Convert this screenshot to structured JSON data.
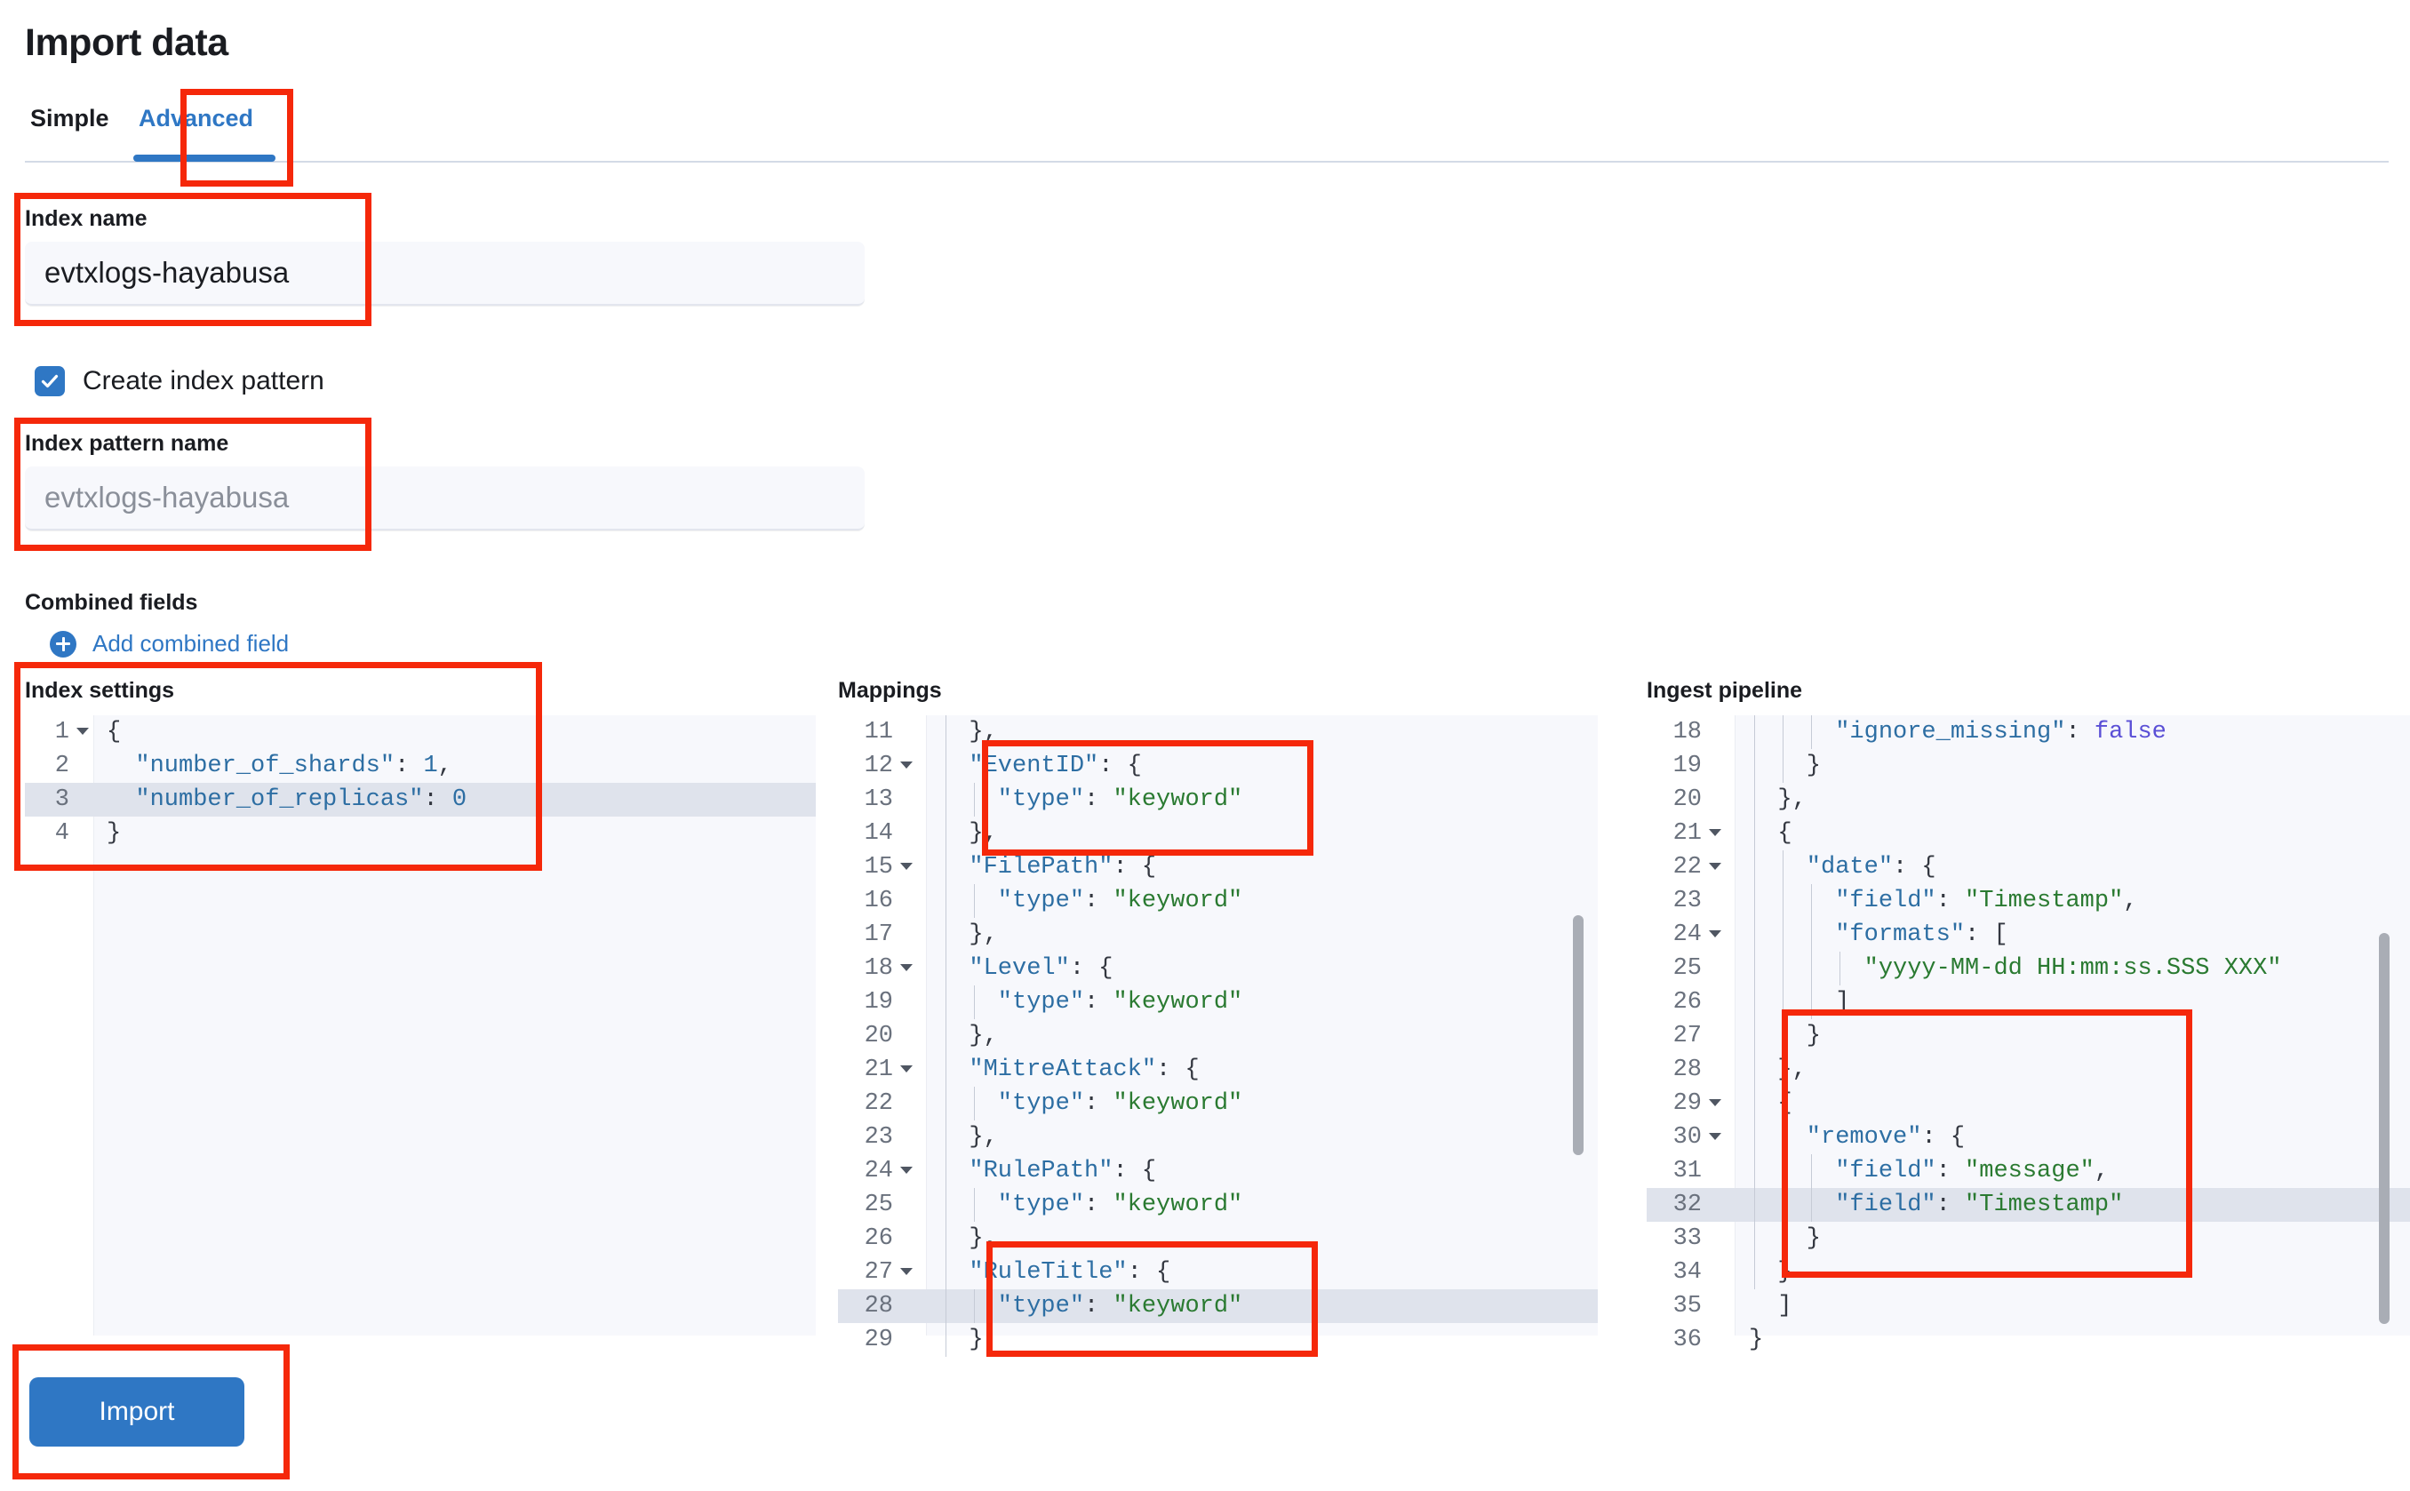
{
  "page": {
    "title": "Import data"
  },
  "tabs": [
    {
      "label": "Simple",
      "active": false
    },
    {
      "label": "Advanced",
      "active": true
    }
  ],
  "form": {
    "index_name": {
      "label": "Index name",
      "value": "evtxlogs-hayabusa"
    },
    "create_index_pattern": {
      "label": "Create index pattern",
      "checked": true
    },
    "index_pattern_name": {
      "label": "Index pattern name",
      "value": "",
      "placeholder": "evtxlogs-hayabusa"
    },
    "combined_fields": {
      "label": "Combined fields",
      "add_label": "Add combined field"
    }
  },
  "editors": {
    "index_settings": {
      "title": "Index settings",
      "active_line": 3,
      "lines": [
        {
          "n": 1,
          "fold": true,
          "guides": 0,
          "tokens": [
            {
              "t": "{",
              "c": "p"
            }
          ]
        },
        {
          "n": 2,
          "fold": false,
          "guides": 0,
          "tokens": [
            {
              "t": "  \"number_of_shards\"",
              "c": "k"
            },
            {
              "t": ": ",
              "c": "p"
            },
            {
              "t": "1",
              "c": "n"
            },
            {
              "t": ",",
              "c": "p"
            }
          ]
        },
        {
          "n": 3,
          "fold": false,
          "guides": 0,
          "tokens": [
            {
              "t": "  \"number_of_replicas\"",
              "c": "k"
            },
            {
              "t": ": ",
              "c": "p"
            },
            {
              "t": "0",
              "c": "n"
            }
          ]
        },
        {
          "n": 4,
          "fold": false,
          "guides": 0,
          "tokens": [
            {
              "t": "}",
              "c": "p"
            }
          ]
        }
      ]
    },
    "mappings": {
      "title": "Mappings",
      "active_line": 28,
      "lines": [
        {
          "n": 11,
          "fold": false,
          "guides": 1,
          "tokens": [
            {
              "t": "  },",
              "c": "p"
            }
          ]
        },
        {
          "n": 12,
          "fold": true,
          "guides": 1,
          "tokens": [
            {
              "t": "  \"EventID\"",
              "c": "k"
            },
            {
              "t": ": {",
              "c": "p"
            }
          ]
        },
        {
          "n": 13,
          "fold": false,
          "guides": 2,
          "tokens": [
            {
              "t": "    \"type\"",
              "c": "k"
            },
            {
              "t": ": ",
              "c": "p"
            },
            {
              "t": "\"keyword\"",
              "c": "s"
            }
          ]
        },
        {
          "n": 14,
          "fold": false,
          "guides": 1,
          "tokens": [
            {
              "t": "  },",
              "c": "p"
            }
          ]
        },
        {
          "n": 15,
          "fold": true,
          "guides": 1,
          "tokens": [
            {
              "t": "  \"FilePath\"",
              "c": "k"
            },
            {
              "t": ": {",
              "c": "p"
            }
          ]
        },
        {
          "n": 16,
          "fold": false,
          "guides": 2,
          "tokens": [
            {
              "t": "    \"type\"",
              "c": "k"
            },
            {
              "t": ": ",
              "c": "p"
            },
            {
              "t": "\"keyword\"",
              "c": "s"
            }
          ]
        },
        {
          "n": 17,
          "fold": false,
          "guides": 1,
          "tokens": [
            {
              "t": "  },",
              "c": "p"
            }
          ]
        },
        {
          "n": 18,
          "fold": true,
          "guides": 1,
          "tokens": [
            {
              "t": "  \"Level\"",
              "c": "k"
            },
            {
              "t": ": {",
              "c": "p"
            }
          ]
        },
        {
          "n": 19,
          "fold": false,
          "guides": 2,
          "tokens": [
            {
              "t": "    \"type\"",
              "c": "k"
            },
            {
              "t": ": ",
              "c": "p"
            },
            {
              "t": "\"keyword\"",
              "c": "s"
            }
          ]
        },
        {
          "n": 20,
          "fold": false,
          "guides": 1,
          "tokens": [
            {
              "t": "  },",
              "c": "p"
            }
          ]
        },
        {
          "n": 21,
          "fold": true,
          "guides": 1,
          "tokens": [
            {
              "t": "  \"MitreAttack\"",
              "c": "k"
            },
            {
              "t": ": {",
              "c": "p"
            }
          ]
        },
        {
          "n": 22,
          "fold": false,
          "guides": 2,
          "tokens": [
            {
              "t": "    \"type\"",
              "c": "k"
            },
            {
              "t": ": ",
              "c": "p"
            },
            {
              "t": "\"keyword\"",
              "c": "s"
            }
          ]
        },
        {
          "n": 23,
          "fold": false,
          "guides": 1,
          "tokens": [
            {
              "t": "  },",
              "c": "p"
            }
          ]
        },
        {
          "n": 24,
          "fold": true,
          "guides": 1,
          "tokens": [
            {
              "t": "  \"RulePath\"",
              "c": "k"
            },
            {
              "t": ": {",
              "c": "p"
            }
          ]
        },
        {
          "n": 25,
          "fold": false,
          "guides": 2,
          "tokens": [
            {
              "t": "    \"type\"",
              "c": "k"
            },
            {
              "t": ": ",
              "c": "p"
            },
            {
              "t": "\"keyword\"",
              "c": "s"
            }
          ]
        },
        {
          "n": 26,
          "fold": false,
          "guides": 1,
          "tokens": [
            {
              "t": "  },",
              "c": "p"
            }
          ]
        },
        {
          "n": 27,
          "fold": true,
          "guides": 1,
          "tokens": [
            {
              "t": "  \"RuleTitle\"",
              "c": "k"
            },
            {
              "t": ": {",
              "c": "p"
            }
          ]
        },
        {
          "n": 28,
          "fold": false,
          "guides": 2,
          "tokens": [
            {
              "t": "    \"type\"",
              "c": "k"
            },
            {
              "t": ": ",
              "c": "p"
            },
            {
              "t": "\"keyword\"",
              "c": "s"
            }
          ]
        },
        {
          "n": 29,
          "fold": false,
          "guides": 1,
          "tokens": [
            {
              "t": "  },",
              "c": "p"
            }
          ]
        }
      ]
    },
    "ingest_pipeline": {
      "title": "Ingest pipeline",
      "active_line": 32,
      "lines": [
        {
          "n": 18,
          "fold": false,
          "guides": 3,
          "tokens": [
            {
              "t": "      \"ignore_missing\"",
              "c": "k"
            },
            {
              "t": ": ",
              "c": "p"
            },
            {
              "t": "false",
              "c": "b"
            }
          ]
        },
        {
          "n": 19,
          "fold": false,
          "guides": 2,
          "tokens": [
            {
              "t": "    }",
              "c": "p"
            }
          ]
        },
        {
          "n": 20,
          "fold": false,
          "guides": 1,
          "tokens": [
            {
              "t": "  },",
              "c": "p"
            }
          ]
        },
        {
          "n": 21,
          "fold": true,
          "guides": 1,
          "tokens": [
            {
              "t": "  {",
              "c": "p"
            }
          ]
        },
        {
          "n": 22,
          "fold": true,
          "guides": 2,
          "tokens": [
            {
              "t": "    \"date\"",
              "c": "k"
            },
            {
              "t": ": {",
              "c": "p"
            }
          ]
        },
        {
          "n": 23,
          "fold": false,
          "guides": 3,
          "tokens": [
            {
              "t": "      \"field\"",
              "c": "k"
            },
            {
              "t": ": ",
              "c": "p"
            },
            {
              "t": "\"Timestamp\"",
              "c": "s"
            },
            {
              "t": ",",
              "c": "p"
            }
          ]
        },
        {
          "n": 24,
          "fold": true,
          "guides": 3,
          "tokens": [
            {
              "t": "      \"formats\"",
              "c": "k"
            },
            {
              "t": ": [",
              "c": "p"
            }
          ]
        },
        {
          "n": 25,
          "fold": false,
          "guides": 4,
          "tokens": [
            {
              "t": "        ",
              "c": "p"
            },
            {
              "t": "\"yyyy-MM-dd HH:mm:ss.SSS XXX\"",
              "c": "s"
            }
          ]
        },
        {
          "n": 26,
          "fold": false,
          "guides": 3,
          "tokens": [
            {
              "t": "      ]",
              "c": "p"
            }
          ]
        },
        {
          "n": 27,
          "fold": false,
          "guides": 2,
          "tokens": [
            {
              "t": "    }",
              "c": "p"
            }
          ]
        },
        {
          "n": 28,
          "fold": false,
          "guides": 1,
          "tokens": [
            {
              "t": "  },",
              "c": "p"
            }
          ]
        },
        {
          "n": 29,
          "fold": true,
          "guides": 1,
          "tokens": [
            {
              "t": "  {",
              "c": "p"
            }
          ]
        },
        {
          "n": 30,
          "fold": true,
          "guides": 2,
          "tokens": [
            {
              "t": "    \"remove\"",
              "c": "k"
            },
            {
              "t": ": {",
              "c": "p"
            }
          ]
        },
        {
          "n": 31,
          "fold": false,
          "guides": 3,
          "tokens": [
            {
              "t": "      \"field\"",
              "c": "k"
            },
            {
              "t": ": ",
              "c": "p"
            },
            {
              "t": "\"message\"",
              "c": "s"
            },
            {
              "t": ",",
              "c": "p"
            }
          ]
        },
        {
          "n": 32,
          "fold": false,
          "guides": 3,
          "tokens": [
            {
              "t": "      \"field\"",
              "c": "k"
            },
            {
              "t": ": ",
              "c": "p"
            },
            {
              "t": "\"Timestamp\"",
              "c": "s"
            }
          ]
        },
        {
          "n": 33,
          "fold": false,
          "guides": 2,
          "tokens": [
            {
              "t": "    }",
              "c": "p"
            }
          ]
        },
        {
          "n": 34,
          "fold": false,
          "guides": 1,
          "tokens": [
            {
              "t": "  }",
              "c": "p"
            }
          ]
        },
        {
          "n": 35,
          "fold": false,
          "guides": 0,
          "tokens": [
            {
              "t": "  ]",
              "c": "p"
            }
          ]
        },
        {
          "n": 36,
          "fold": false,
          "guides": 0,
          "tokens": [
            {
              "t": "}",
              "c": "p"
            }
          ]
        }
      ]
    }
  },
  "actions": {
    "import_label": "Import"
  },
  "colors": {
    "accent": "#2f77c4",
    "annotation": "#f5280a",
    "string": "#2a7a31",
    "key": "#2d6ea3",
    "boolean": "#5a4fd6",
    "editor_bg": "#f7f8fc",
    "active_line": "#dfe3ec"
  }
}
